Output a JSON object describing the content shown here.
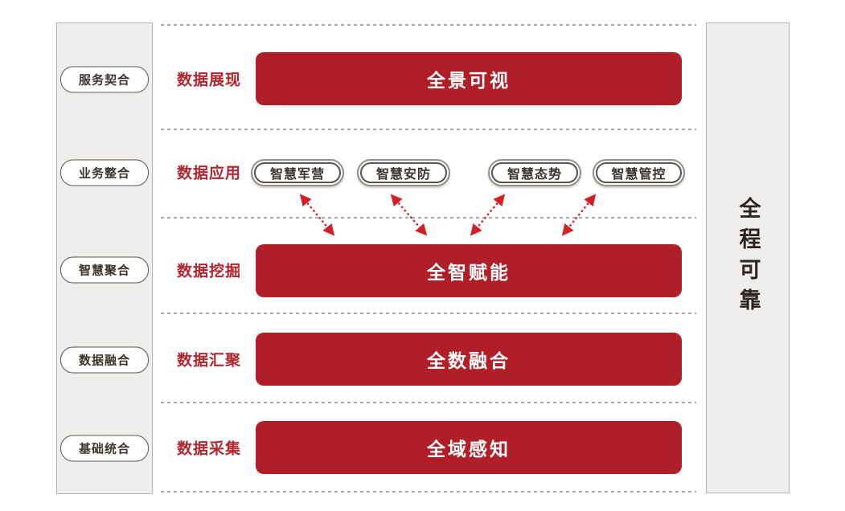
{
  "left_panel": {
    "items": [
      "服务契合",
      "业务整合",
      "智慧聚合",
      "数据融合",
      "基础统合"
    ]
  },
  "rows": [
    {
      "label": "数据展现",
      "bar": "全景可视"
    },
    {
      "label": "数据应用",
      "pills": [
        "智慧军营",
        "智慧安防",
        "智慧态势",
        "智慧管控"
      ]
    },
    {
      "label": "数据挖掘",
      "bar": "全智赋能"
    },
    {
      "label": "数据汇聚",
      "bar": "全数融合"
    },
    {
      "label": "数据采集",
      "bar": "全域感知"
    }
  ],
  "right_panel": {
    "label": "全程可靠"
  },
  "connections": {
    "bidirectional": true,
    "style": "red-dashed-double-arrow",
    "links": [
      [
        "智慧军营",
        "全智赋能"
      ],
      [
        "智慧安防",
        "全智赋能"
      ],
      [
        "智慧态势",
        "全智赋能"
      ],
      [
        "智慧管控",
        "全智赋能"
      ]
    ]
  },
  "colors": {
    "bar_red": "#b01f27",
    "label_red": "#b2262e",
    "arrow_red": "#d32027",
    "panel_bg": "#efeeec",
    "panel_border": "#b6b4b0",
    "dash_gray": "#a8a8a8"
  }
}
